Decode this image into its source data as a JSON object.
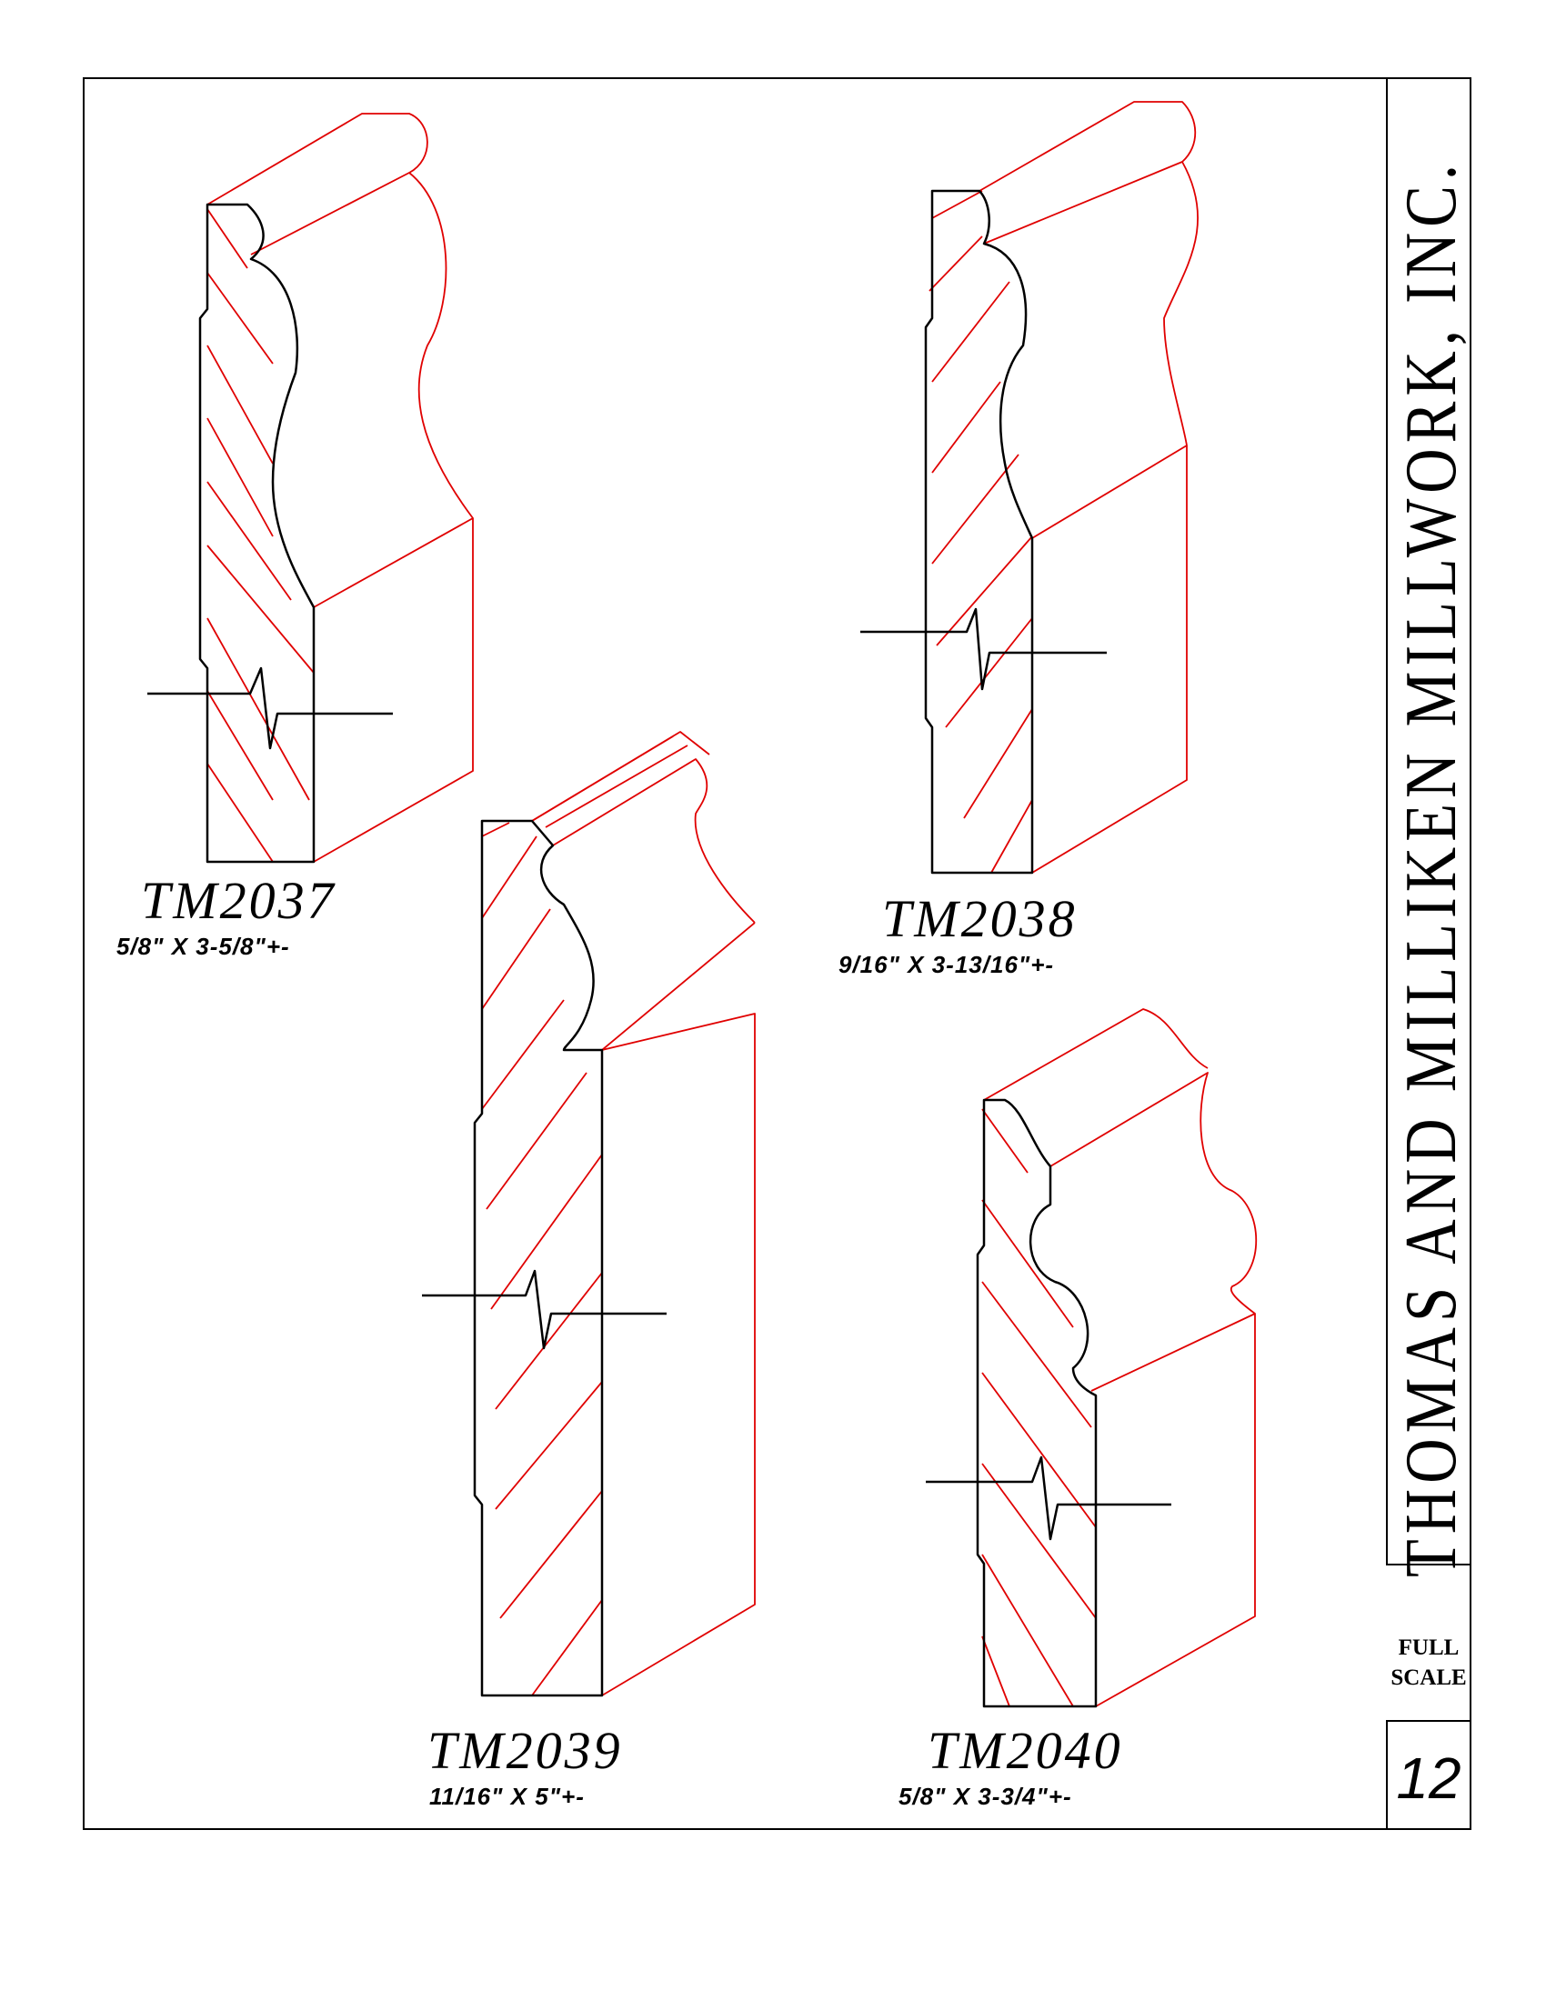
{
  "company_name": "THOMAS AND MILLIKEN MILLWORK, INC.",
  "scale_label_line1": "FULL",
  "scale_label_line2": "SCALE",
  "page_number": "12",
  "profiles": [
    {
      "id": "TM2037",
      "dimensions": "5/8\"  X  3-5/8\"+-"
    },
    {
      "id": "TM2038",
      "dimensions": "9/16\"  X  3-13/16\"+-"
    },
    {
      "id": "TM2039",
      "dimensions": "11/16\"  X  5\"+-"
    },
    {
      "id": "TM2040",
      "dimensions": "5/8\"  X  3-3/4\"+-"
    }
  ],
  "colors": {
    "outline": "#000000",
    "extrusion": "#e00000",
    "background": "#ffffff"
  }
}
